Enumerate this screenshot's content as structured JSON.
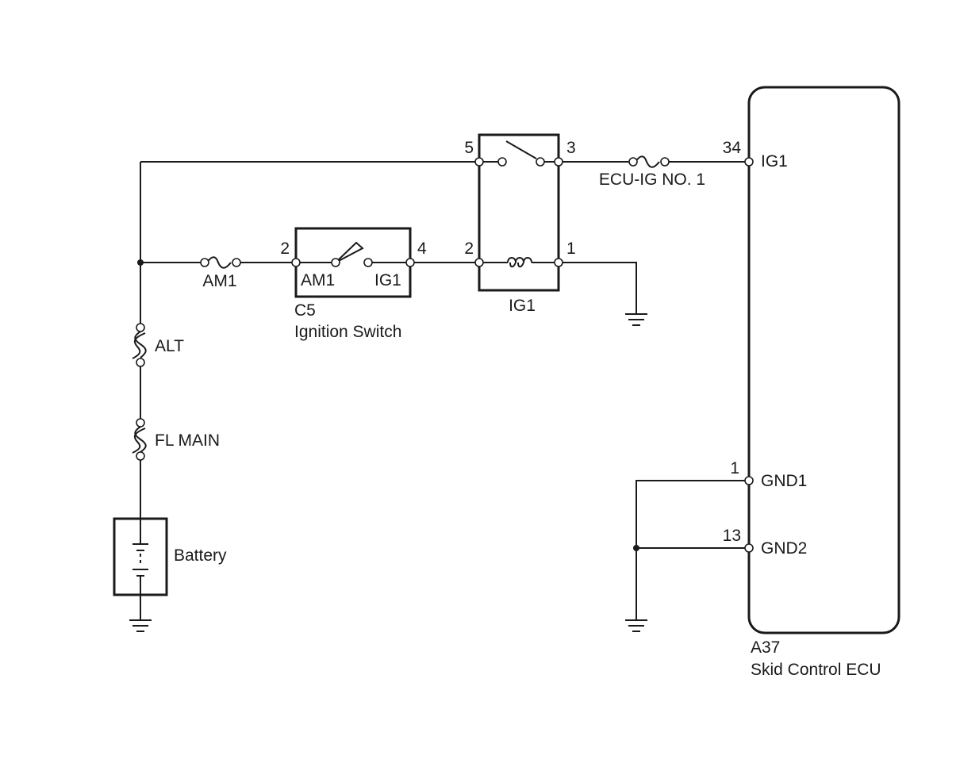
{
  "diagram": {
    "ecu": {
      "code": "A37",
      "name": "Skid Control ECU"
    },
    "ecu_pins": {
      "ig1_num": "34",
      "ig1_name": "IG1",
      "gnd1_num": "1",
      "gnd1_name": "GND1",
      "gnd2_num": "13",
      "gnd2_name": "GND2"
    },
    "relay": {
      "name": "IG1",
      "pins": {
        "p5": "5",
        "p3": "3",
        "p2": "2",
        "p1": "1"
      }
    },
    "ignition_switch": {
      "code": "C5",
      "name": "Ignition Switch",
      "pin_left": "2",
      "pin_right": "4",
      "label_left": "AM1",
      "label_right": "IG1"
    },
    "fuses": {
      "am1": "AM1",
      "ecu_ig": "ECU-IG NO. 1"
    },
    "fusible_links": {
      "alt": "ALT",
      "fl_main": "FL MAIN"
    },
    "battery": "Battery"
  }
}
